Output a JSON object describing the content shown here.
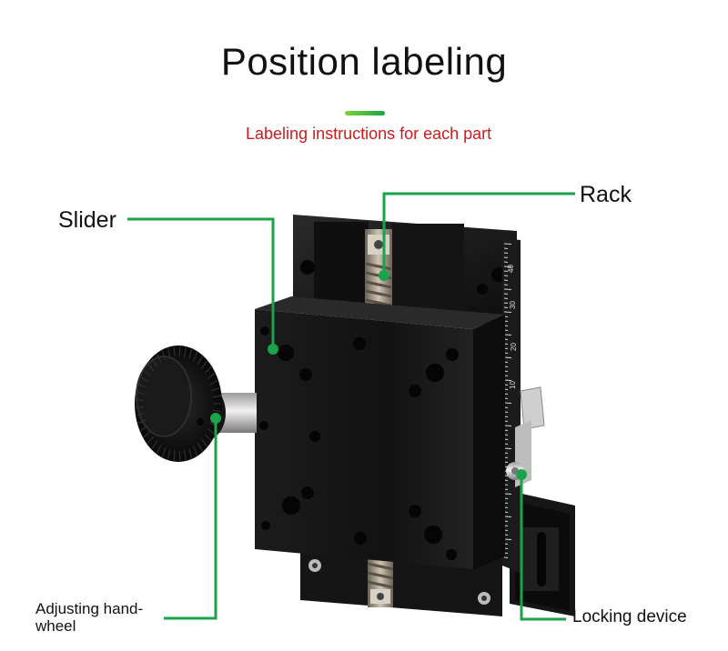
{
  "header": {
    "title": "Position labeling",
    "subtitle": "Labeling instructions for each part"
  },
  "callouts": {
    "slider": "Slider",
    "rack": "Rack",
    "handwheel": "Adjusting hand-wheel",
    "locking": "Locking device"
  },
  "scale_ticks": [
    "40",
    "30",
    "20",
    "10"
  ],
  "colors": {
    "accent": "#1aa34a",
    "subtitle": "#d01a1a",
    "body": "#1a1a1a"
  }
}
